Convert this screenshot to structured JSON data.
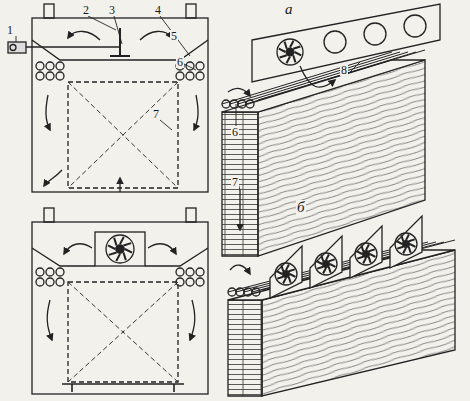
{
  "diagram": {
    "labels": [
      "а",
      "1",
      "2",
      "3",
      "4",
      "5",
      "6",
      "7",
      "8",
      "6",
      "7",
      "б"
    ]
  }
}
